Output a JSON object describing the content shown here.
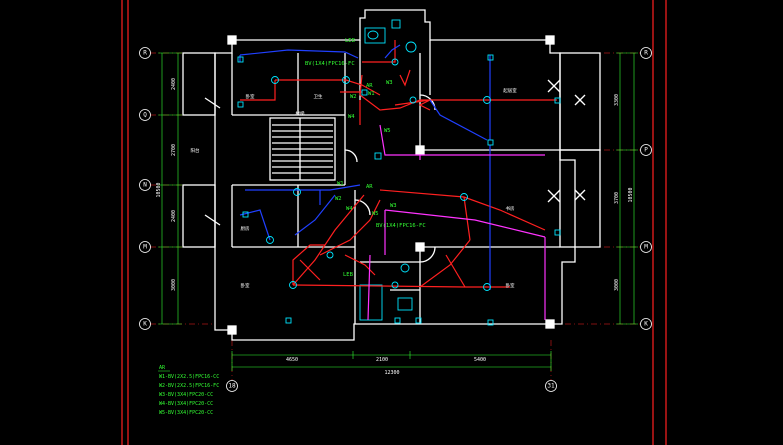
{
  "colors": {
    "background": "#000000",
    "frame": "#ff2020",
    "walls": "#ffffff",
    "circuit_red": "#ff2020",
    "circuit_blue": "#2040ff",
    "circuit_magenta": "#ff33ff",
    "fixtures": "#00e5ff",
    "labels": "#33ff33",
    "dimensions": "#33ff33"
  },
  "axes": {
    "left": [
      {
        "label": "R",
        "side": "left"
      },
      {
        "label": "Q",
        "side": "left"
      },
      {
        "label": "N",
        "side": "left"
      },
      {
        "label": "M",
        "side": "left"
      },
      {
        "label": "K",
        "side": "left"
      }
    ],
    "right": [
      {
        "label": "R",
        "side": "right"
      },
      {
        "label": "P",
        "side": "right"
      },
      {
        "label": "M",
        "side": "right"
      },
      {
        "label": "K",
        "side": "right"
      }
    ],
    "bottom": [
      {
        "label": "18"
      },
      {
        "label": "31"
      }
    ]
  },
  "dimensions": {
    "left_segments": [
      "2400",
      "2700",
      "2400",
      "3000"
    ],
    "left_total": "10500",
    "right_segments": [
      "3300",
      "3700",
      "3000"
    ],
    "right_total": "10500",
    "bottom_segments": [
      "4650",
      "2100",
      "5400"
    ],
    "bottom_total": "12300"
  },
  "rooms": {
    "bedroom_nw": "卧室",
    "bath_nw": "卫生",
    "living": "起居室",
    "stair": "楼梯",
    "kitchen_sw": "厨房",
    "study": "书房",
    "bedroom_se": "卧室",
    "bedroom_s": "卧室",
    "balcony_w": "阳台"
  },
  "circuit_labels": {
    "leb_top": "LEB",
    "leb_bottom": "LEB",
    "cable_1": "BV(1X4)FPC16-FC",
    "cable_2": "BV(1X4)FPC16-FC",
    "w1": "W1",
    "w2": "W2",
    "w3": "W3",
    "w4": "W4",
    "w5": "W5",
    "w1b": "W1",
    "w2b": "W2",
    "w3b": "W3",
    "w4b": "W4",
    "w5b": "W5",
    "ar_top": "AR",
    "ar_mid": "AR"
  },
  "legend": {
    "title": "AR",
    "items": [
      "W1-BV(2X2.5)FPC16-CC",
      "W2-BV(2X2.5)FPC16-FC",
      "W3-BV(3X4)FPC20-CC",
      "W4-BV(3X4)FPC20-CC",
      "W5-BV(3X4)FPC20-CC"
    ]
  }
}
